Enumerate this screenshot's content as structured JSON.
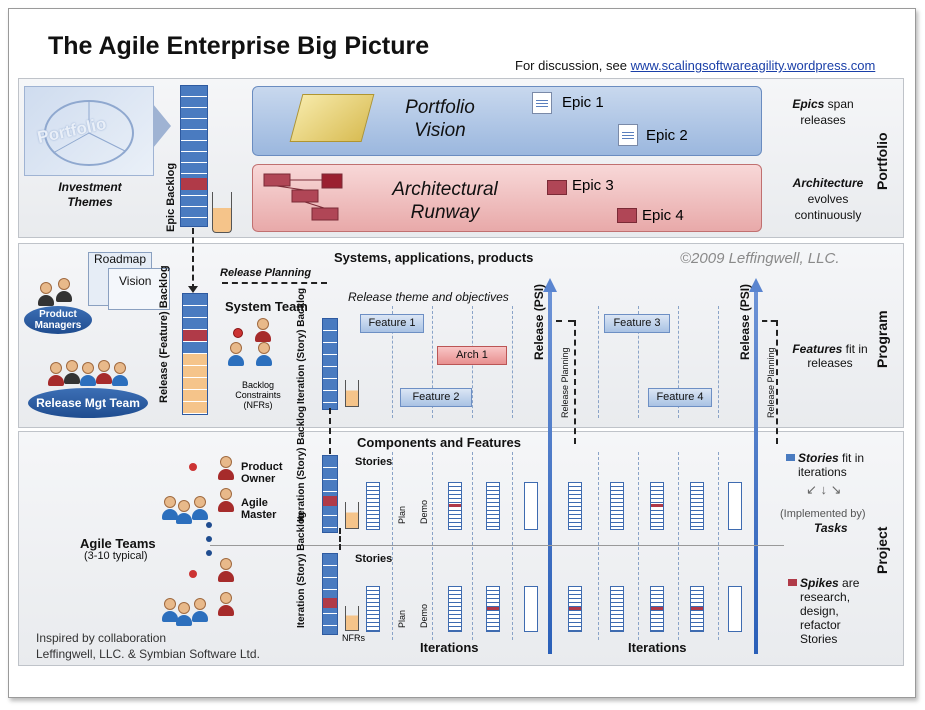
{
  "title": "The Agile Enterprise Big Picture",
  "discussion": {
    "prefix": "For discussion, see ",
    "link": "www.scalingsoftwareagility.wordpress.com"
  },
  "copyright": "©2009 Leffingwell, LLC.",
  "portfolio": {
    "level_label": "Portfolio",
    "investment_themes": "Investment Themes",
    "portfolio_image_text": "Portfolio",
    "epic_backlog": "Epic Backlog",
    "vision": "Portfolio Vision",
    "runway": "Architectural Runway",
    "epics": [
      "Epic 1",
      "Epic 2",
      "Epic 3",
      "Epic 4"
    ],
    "note1_em": "Epics",
    "note1_rest": " span releases",
    "note2_em": "Architecture",
    "note2_rest": " evolves continuously"
  },
  "program": {
    "level_label": "Program",
    "roadmap": "Roadmap",
    "vision": "Vision",
    "product_managers": "Product Managers",
    "release_mgt_team": "Release Mgt Team",
    "release_planning_top": "Release Planning",
    "release_backlog": "Release (Feature) Backlog",
    "system_team": "System Team",
    "backlog_constraints": "Backlog Constraints (NFRs)",
    "iteration_backlog": "Iteration (Story) Backlog",
    "systems": "Systems, applications, products",
    "theme": "Release theme and objectives",
    "features": [
      "Feature 1",
      "Feature 2",
      "Feature 3",
      "Feature 4"
    ],
    "arch": "Arch 1",
    "release_psi": "Release (PSI)",
    "release_planning": "Release Planning",
    "note_em": "Features",
    "note_rest": " fit in releases"
  },
  "project": {
    "level_label": "Project",
    "components": "Components and Features",
    "stories": "Stories",
    "product_owner": "Product Owner",
    "agile_master": "Agile Master",
    "agile_teams": "Agile Teams",
    "agile_teams_sub": "(3-10 typical)",
    "plan": "Plan",
    "demo": "Demo",
    "nfrs": "NFRs",
    "iterations": "Iterations",
    "note_stories_em": "Stories",
    "note_stories_rest": " fit in iterations",
    "implemented_by": "(Implemented by)",
    "tasks": "Tasks",
    "spikes_em": "Spikes",
    "spikes_rest": " are research, design, refactor Stories",
    "inspired_1": "Inspired by collaboration",
    "inspired_2": "Leffingwell, LLC. & Symbian Software Ltd."
  },
  "colors": {
    "accent_blue": "#2a5fb8",
    "epic_red": "#b04656",
    "vision_blue": "#b7cbe6",
    "runway_red": "#f3c5c5"
  }
}
